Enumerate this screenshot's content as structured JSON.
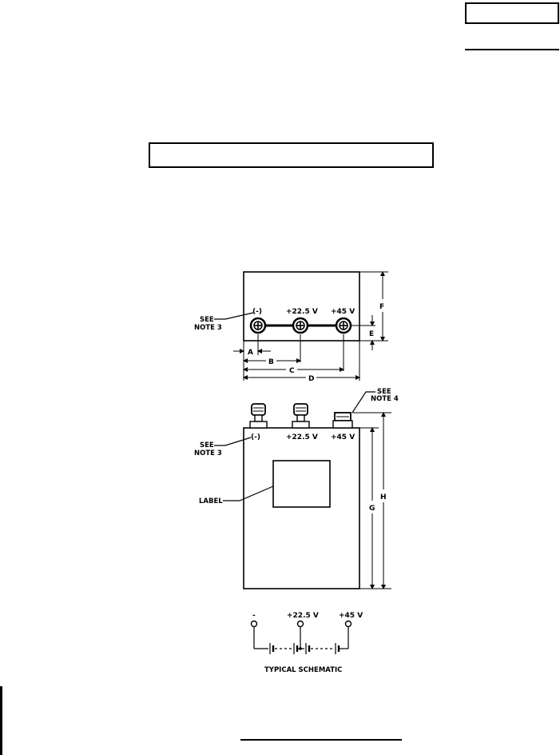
{
  "top_view": {
    "terminal_labels": [
      "(-)",
      "+22.5 V",
      "+45 V"
    ],
    "see_note_line1": "SEE",
    "see_note_line2": "NOTE 3",
    "dims": {
      "a": "A",
      "b": "B",
      "c": "C",
      "d": "D",
      "e": "E",
      "f": "F"
    }
  },
  "front_view": {
    "terminal_labels": [
      "(-)",
      "+22.5 V",
      "+45 V"
    ],
    "see_note3_line1": "SEE",
    "see_note3_line2": "NOTE 3",
    "see_note4_line1": "SEE",
    "see_note4_line2": "NOTE 4",
    "label_callout": "LABEL",
    "dims": {
      "g": "G",
      "h": "H"
    }
  },
  "schematic": {
    "terminal_labels": [
      "-",
      "+22.5 V",
      "+45 V"
    ],
    "caption": "TYPICAL SCHEMATIC"
  }
}
